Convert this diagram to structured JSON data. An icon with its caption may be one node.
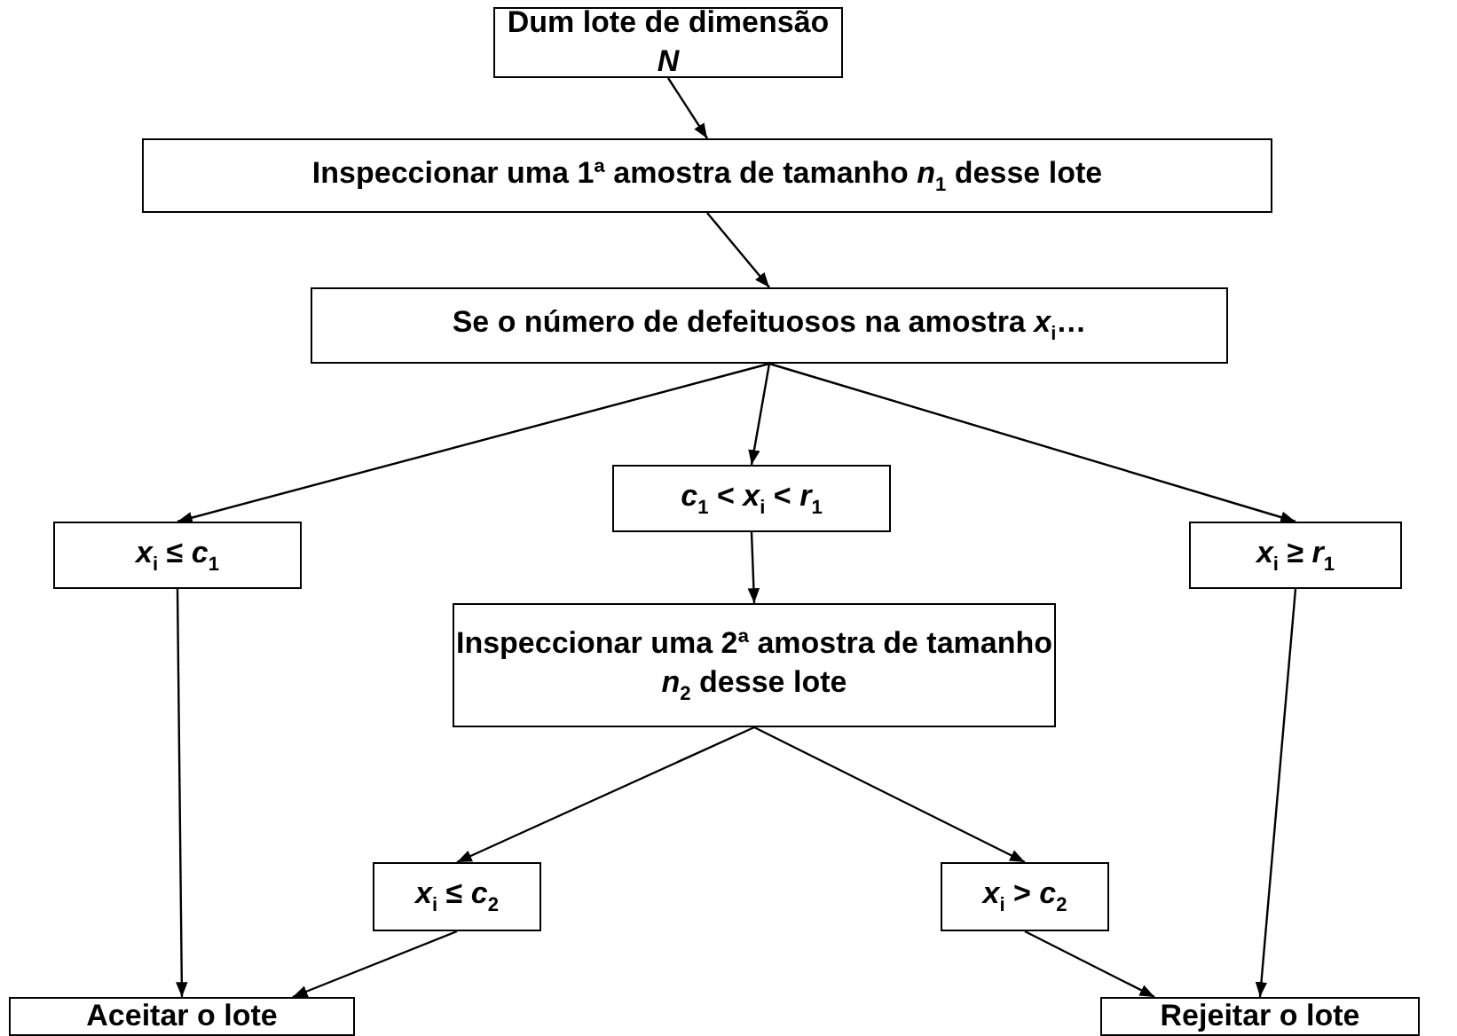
{
  "diagram": {
    "nodes": [
      {
        "text": [
          "Dum lote de dimensão *N*"
        ]
      },
      {
        "text": [
          "Inspeccionar uma 1ª amostra de tamanho *n*$_{1}$ desse lote"
        ]
      },
      {
        "text": [
          "Se o número de defeituosos na amostra *x*$_{i}$…"
        ]
      },
      {
        "text": [
          "*x*$_{i}$ ≤ *c*$_{1}$"
        ]
      },
      {
        "text": [
          "*c*$_{1}$ < *x*$_{i}$ < *r*$_{1}$"
        ]
      },
      {
        "text": [
          "*x*$_{i}$ ≥ *r*$_{1}$"
        ]
      },
      {
        "text": [
          "Inspeccionar uma 2ª amostra de tamanho *n*$_{2}$ desse lote"
        ]
      },
      {
        "text": [
          "*x*$_{i}$ ≤ *c*$_{2}$"
        ]
      },
      {
        "text": [
          "*x*$_{i}$ > *c*$_{2}$"
        ]
      },
      {
        "text": [
          "Aceitar o lote"
        ]
      },
      {
        "text": [
          "Rejeitar o lote"
        ]
      }
    ],
    "edges": [
      {
        "from": 0,
        "to": 1,
        "arrow": "to"
      },
      {
        "from": 1,
        "to": 2,
        "arrow": "to"
      },
      {
        "from": 2,
        "to": 3,
        "arrow": "to"
      },
      {
        "from": 2,
        "to": 4,
        "arrow": "to"
      },
      {
        "from": 2,
        "to": 5,
        "arrow": "to"
      },
      {
        "from": 3,
        "to": 9,
        "arrow": "to"
      },
      {
        "from": 4,
        "to": 6,
        "arrow": "to"
      },
      {
        "from": 5,
        "to": 10,
        "arrow": "to"
      },
      {
        "from": 6,
        "to": 7,
        "arrow": "to"
      },
      {
        "from": 6,
        "to": 8,
        "arrow": "to"
      },
      {
        "from": 7,
        "to": 9,
        "arrow": "to"
      },
      {
        "from": 8,
        "to": 10,
        "arrow": "to"
      }
    ]
  }
}
